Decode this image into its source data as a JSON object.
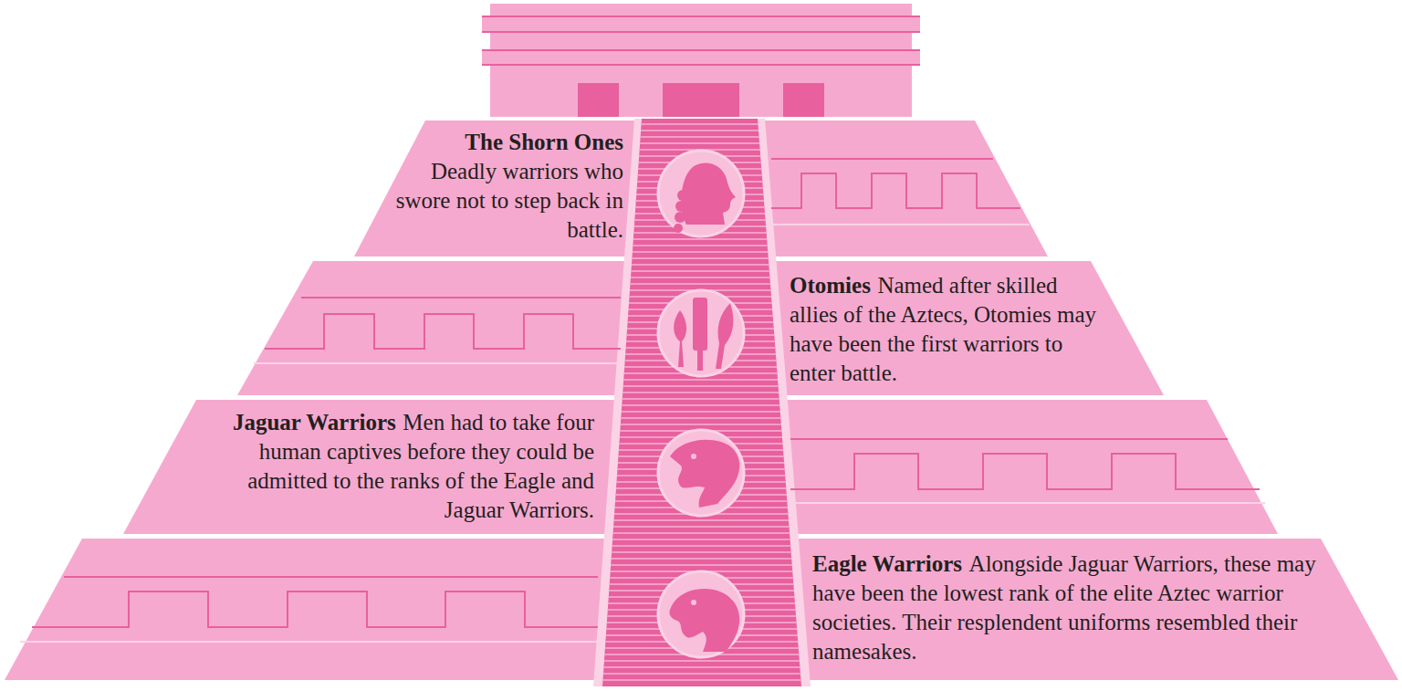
{
  "diagram": {
    "nodes": [
      {
        "text": [
          "The Shorn Ones",
          "Deadly warriors who swore not to step back in battle."
        ]
      },
      {
        "text": [
          "Otomies",
          "Named after skilled allies of the Aztecs, Otomies may have been the first warriors to enter battle."
        ]
      },
      {
        "text": [
          "Jaguar Warriors",
          "Men had to take four human captives before they could be admitted to the ranks of the Eagle and Jaguar Warriors."
        ]
      },
      {
        "text": [
          "Eagle Warriors",
          "Alongside Jaguar Warriors, these may have been the lowest rank of the elite Aztec warrior societies. Their resplendent uniforms resembled their namesakes."
        ]
      }
    ]
  }
}
